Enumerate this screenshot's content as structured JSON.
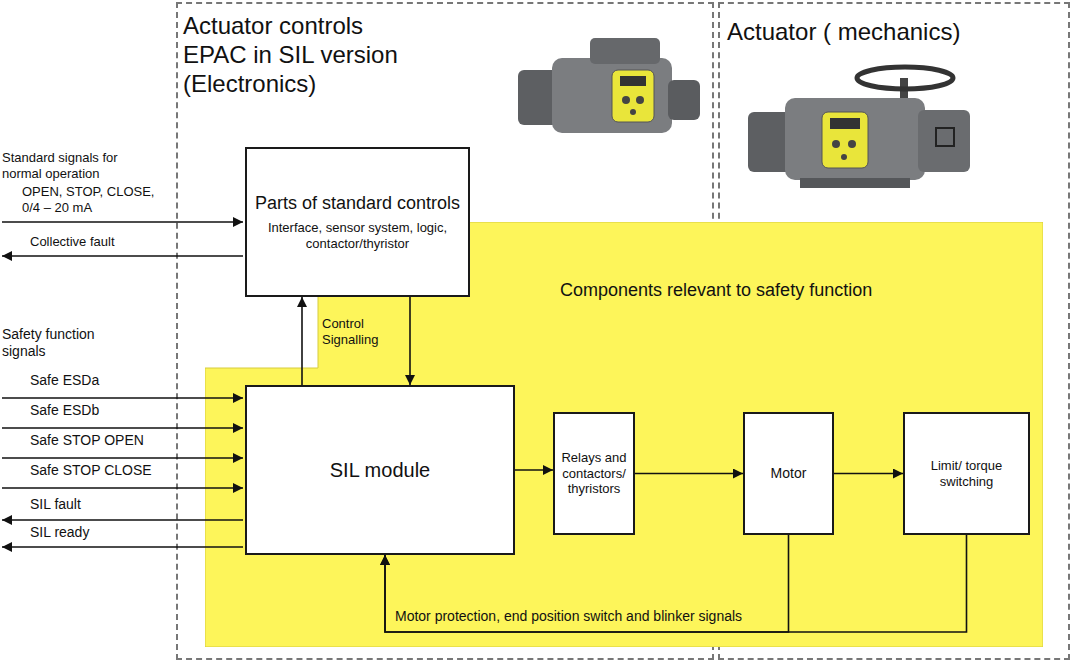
{
  "diagram": {
    "nodes": [
      {
        "text": [
          "Actuator controls EPAC in SIL version (Electronics)"
        ]
      },
      {
        "text": [
          "Actuator ( mechanics)"
        ]
      },
      {
        "text": [
          "Parts of standard controls",
          "Interface, sensor system, logic, contactor/thyristor"
        ],
        "in": 0
      },
      {
        "text": [
          "Components relevant to safety function"
        ]
      },
      {
        "text": [
          "SIL module"
        ],
        "in": 3
      },
      {
        "text": [
          "Relays and contactors/ thyristors"
        ],
        "in": 3
      },
      {
        "text": [
          "Motor"
        ],
        "in": 3
      },
      {
        "text": [
          "Limit/ torque switching"
        ],
        "in": 3
      }
    ],
    "edges": [
      {
        "from": 4,
        "to": 2,
        "arrow": "to"
      },
      {
        "from": 2,
        "to": 4,
        "arrow": "to"
      },
      {
        "from": 4,
        "to": 5,
        "arrow": "to"
      },
      {
        "from": 5,
        "to": 6,
        "arrow": "to"
      },
      {
        "from": 6,
        "to": 7,
        "arrow": "to"
      },
      {
        "from": 6,
        "to": 4,
        "arrow": "to"
      },
      {
        "from": 7,
        "to": 4,
        "arrow": "to",
        "label": "Motor protection, end position switch and blinker signals"
      }
    ],
    "labels": [
      "Standard signals for normal operation",
      "OPEN, STOP, CLOSE, 0/4 – 20 mA",
      "Collective fault",
      "Control Signalling",
      "Safety function signals",
      "Safe ESDa",
      "Safe ESDb",
      "Safe STOP OPEN",
      "Safe STOP CLOSE",
      "SIL fault",
      "SIL ready"
    ]
  }
}
